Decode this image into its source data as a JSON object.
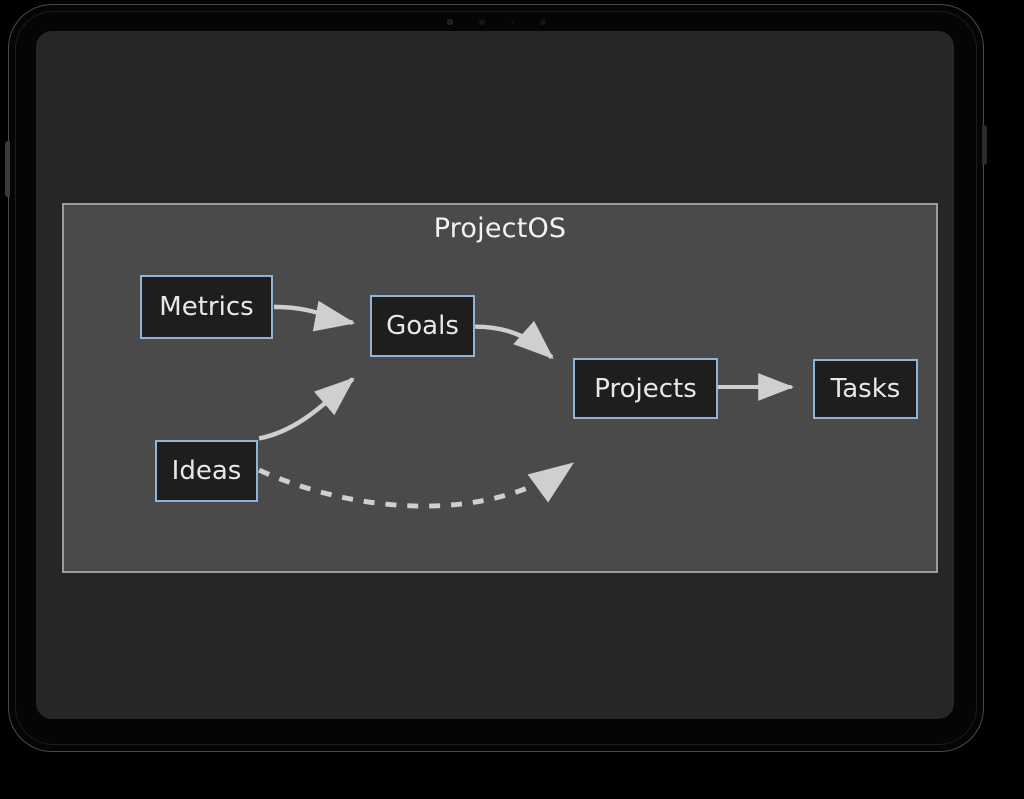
{
  "device": {
    "type": "tablet",
    "buttons": [
      {
        "name": "volume-button"
      },
      {
        "name": "power-button"
      }
    ],
    "sensors": [
      "front-camera-icon",
      "ambient-light-sensor-icon",
      "proximity-sensor-icon"
    ]
  },
  "colors": {
    "device_body": "#050505",
    "screen_background": "#262626",
    "panel_background": "#4a4a4a",
    "panel_border": "#9c9c9c",
    "node_fill": "#1e1e1e",
    "node_border": "#8fb4da",
    "node_text": "#e8e8e8",
    "edge": "#cfcfcf",
    "title_text": "#f2f2f2"
  },
  "diagram": {
    "title": "ProjectOS",
    "nodes": [
      {
        "id": "metrics",
        "label": "Metrics"
      },
      {
        "id": "goals",
        "label": "Goals"
      },
      {
        "id": "projects",
        "label": "Projects"
      },
      {
        "id": "tasks",
        "label": "Tasks"
      },
      {
        "id": "ideas",
        "label": "Ideas"
      }
    ],
    "edges": [
      {
        "from": "metrics",
        "to": "goals",
        "style": "solid",
        "curved": true
      },
      {
        "from": "goals",
        "to": "projects",
        "style": "solid",
        "curved": true
      },
      {
        "from": "projects",
        "to": "tasks",
        "style": "solid",
        "curved": false
      },
      {
        "from": "ideas",
        "to": "goals",
        "style": "solid",
        "curved": true
      },
      {
        "from": "ideas",
        "to": "projects",
        "style": "dashed",
        "curved": true
      }
    ]
  }
}
